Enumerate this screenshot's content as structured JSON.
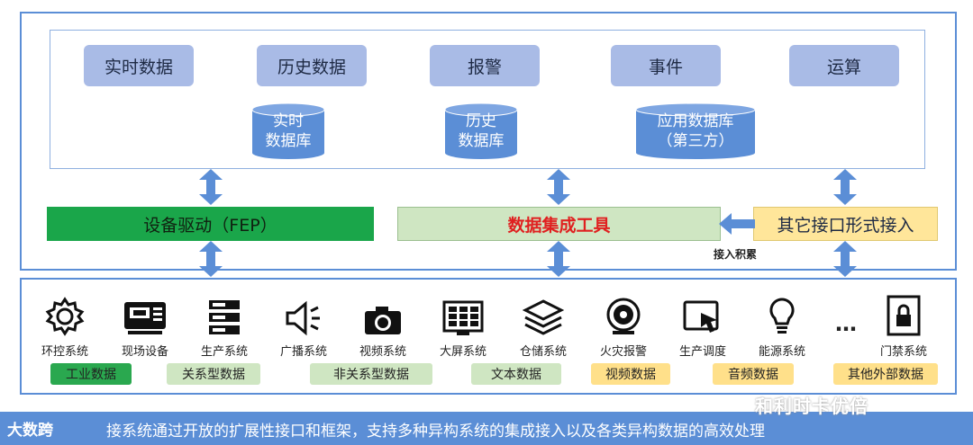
{
  "modules": [
    "实时数据",
    "历史数据",
    "报警",
    "事件",
    "运算"
  ],
  "databases": [
    {
      "line1": "实时",
      "line2": "数据库"
    },
    {
      "line1": "历史",
      "line2": "数据库"
    },
    {
      "line1": "应用数据库",
      "line2": "（第三方）"
    }
  ],
  "bars": {
    "fep": "设备驱动（FEP）",
    "integration": "数据集成工具",
    "other": "其它接口形式接入"
  },
  "access_note": "接入积累",
  "systems": [
    "环控系统",
    "现场设备",
    "生产系统",
    "广播系统",
    "视频系统",
    "大屏系统",
    "仓储系统",
    "火灾报警",
    "生产调度",
    "能源系统",
    "…",
    "门禁系统"
  ],
  "data_tags": [
    "工业数据",
    "关系型数据",
    "非关系型数据",
    "文本数据",
    "视频数据",
    "音频数据",
    "其他外部数据"
  ],
  "footer_logo": "大数跨",
  "footer_text": "接系统通过开放的扩展性接口和框架，支持多种异构系统的集成接入以及各类异构数据的高效处理",
  "watermark": "和利时卡优倍",
  "colors": {
    "frame": "#5b8ed6",
    "module": "#a9bbe6",
    "cylinder": "#5b8ed6",
    "arrow": "#5b8ed6",
    "fep_bar": "#1aa64a",
    "integration_bar": "#cfe6c2",
    "integration_text": "#e02020",
    "other_bar": "#ffe69a",
    "tag_green_dark": "#2aa84f",
    "tag_green_light": "#cfe6c2",
    "tag_yellow": "#ffe08a"
  }
}
